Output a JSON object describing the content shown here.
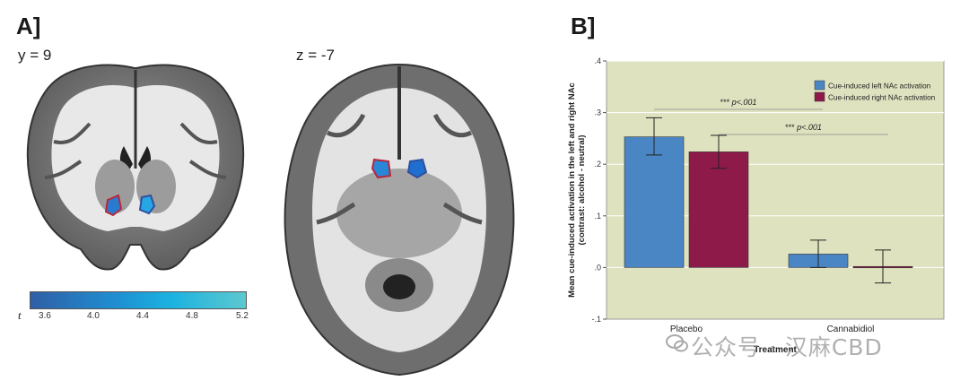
{
  "panel_a": {
    "label": "A]",
    "slices": [
      {
        "label": "y = 9"
      },
      {
        "label": "z = -7"
      }
    ],
    "colorbar": {
      "symbol": "t",
      "ticks": [
        "3.6",
        "4.0",
        "4.4",
        "4.8",
        "5.2"
      ]
    }
  },
  "panel_b": {
    "label": "B]"
  },
  "chart_data": {
    "type": "bar",
    "xlabel": "Treatment",
    "ylabel_lines": [
      "Mean cue-induced activation in the left and right NAc",
      "(contrast: alcohol - neutral)"
    ],
    "ylim": [
      -0.1,
      0.4
    ],
    "yticks": [
      -0.1,
      0.0,
      0.1,
      0.2,
      0.3,
      0.4
    ],
    "ytick_labels": [
      "-.1",
      ".0",
      ".1",
      ".2",
      ".3",
      ".4"
    ],
    "categories": [
      "Placebo",
      "Cannabidiol"
    ],
    "series": [
      {
        "name": "Cue-induced left NAc activation",
        "color": "#4a86c4",
        "values": [
          0.253,
          0.026
        ],
        "err_low": [
          0.218,
          0.0
        ],
        "err_high": [
          0.29,
          0.053
        ]
      },
      {
        "name": "Cue-induced right NAc activation",
        "color": "#8e1a4a",
        "values": [
          0.224,
          0.002
        ],
        "err_low": [
          0.192,
          -0.03
        ],
        "err_high": [
          0.256,
          0.034
        ]
      }
    ],
    "annotations": [
      {
        "stars": "***",
        "text": "p<.001",
        "span": [
          0.42,
          0.0
        ]
      },
      {
        "stars": "***",
        "text": "p<.001",
        "span": [
          0.42,
          0.0
        ]
      }
    ],
    "legend_position": "top-right",
    "background": "#dfe2bf",
    "grid": true
  },
  "watermark": "公众号 · 汉麻CBD"
}
